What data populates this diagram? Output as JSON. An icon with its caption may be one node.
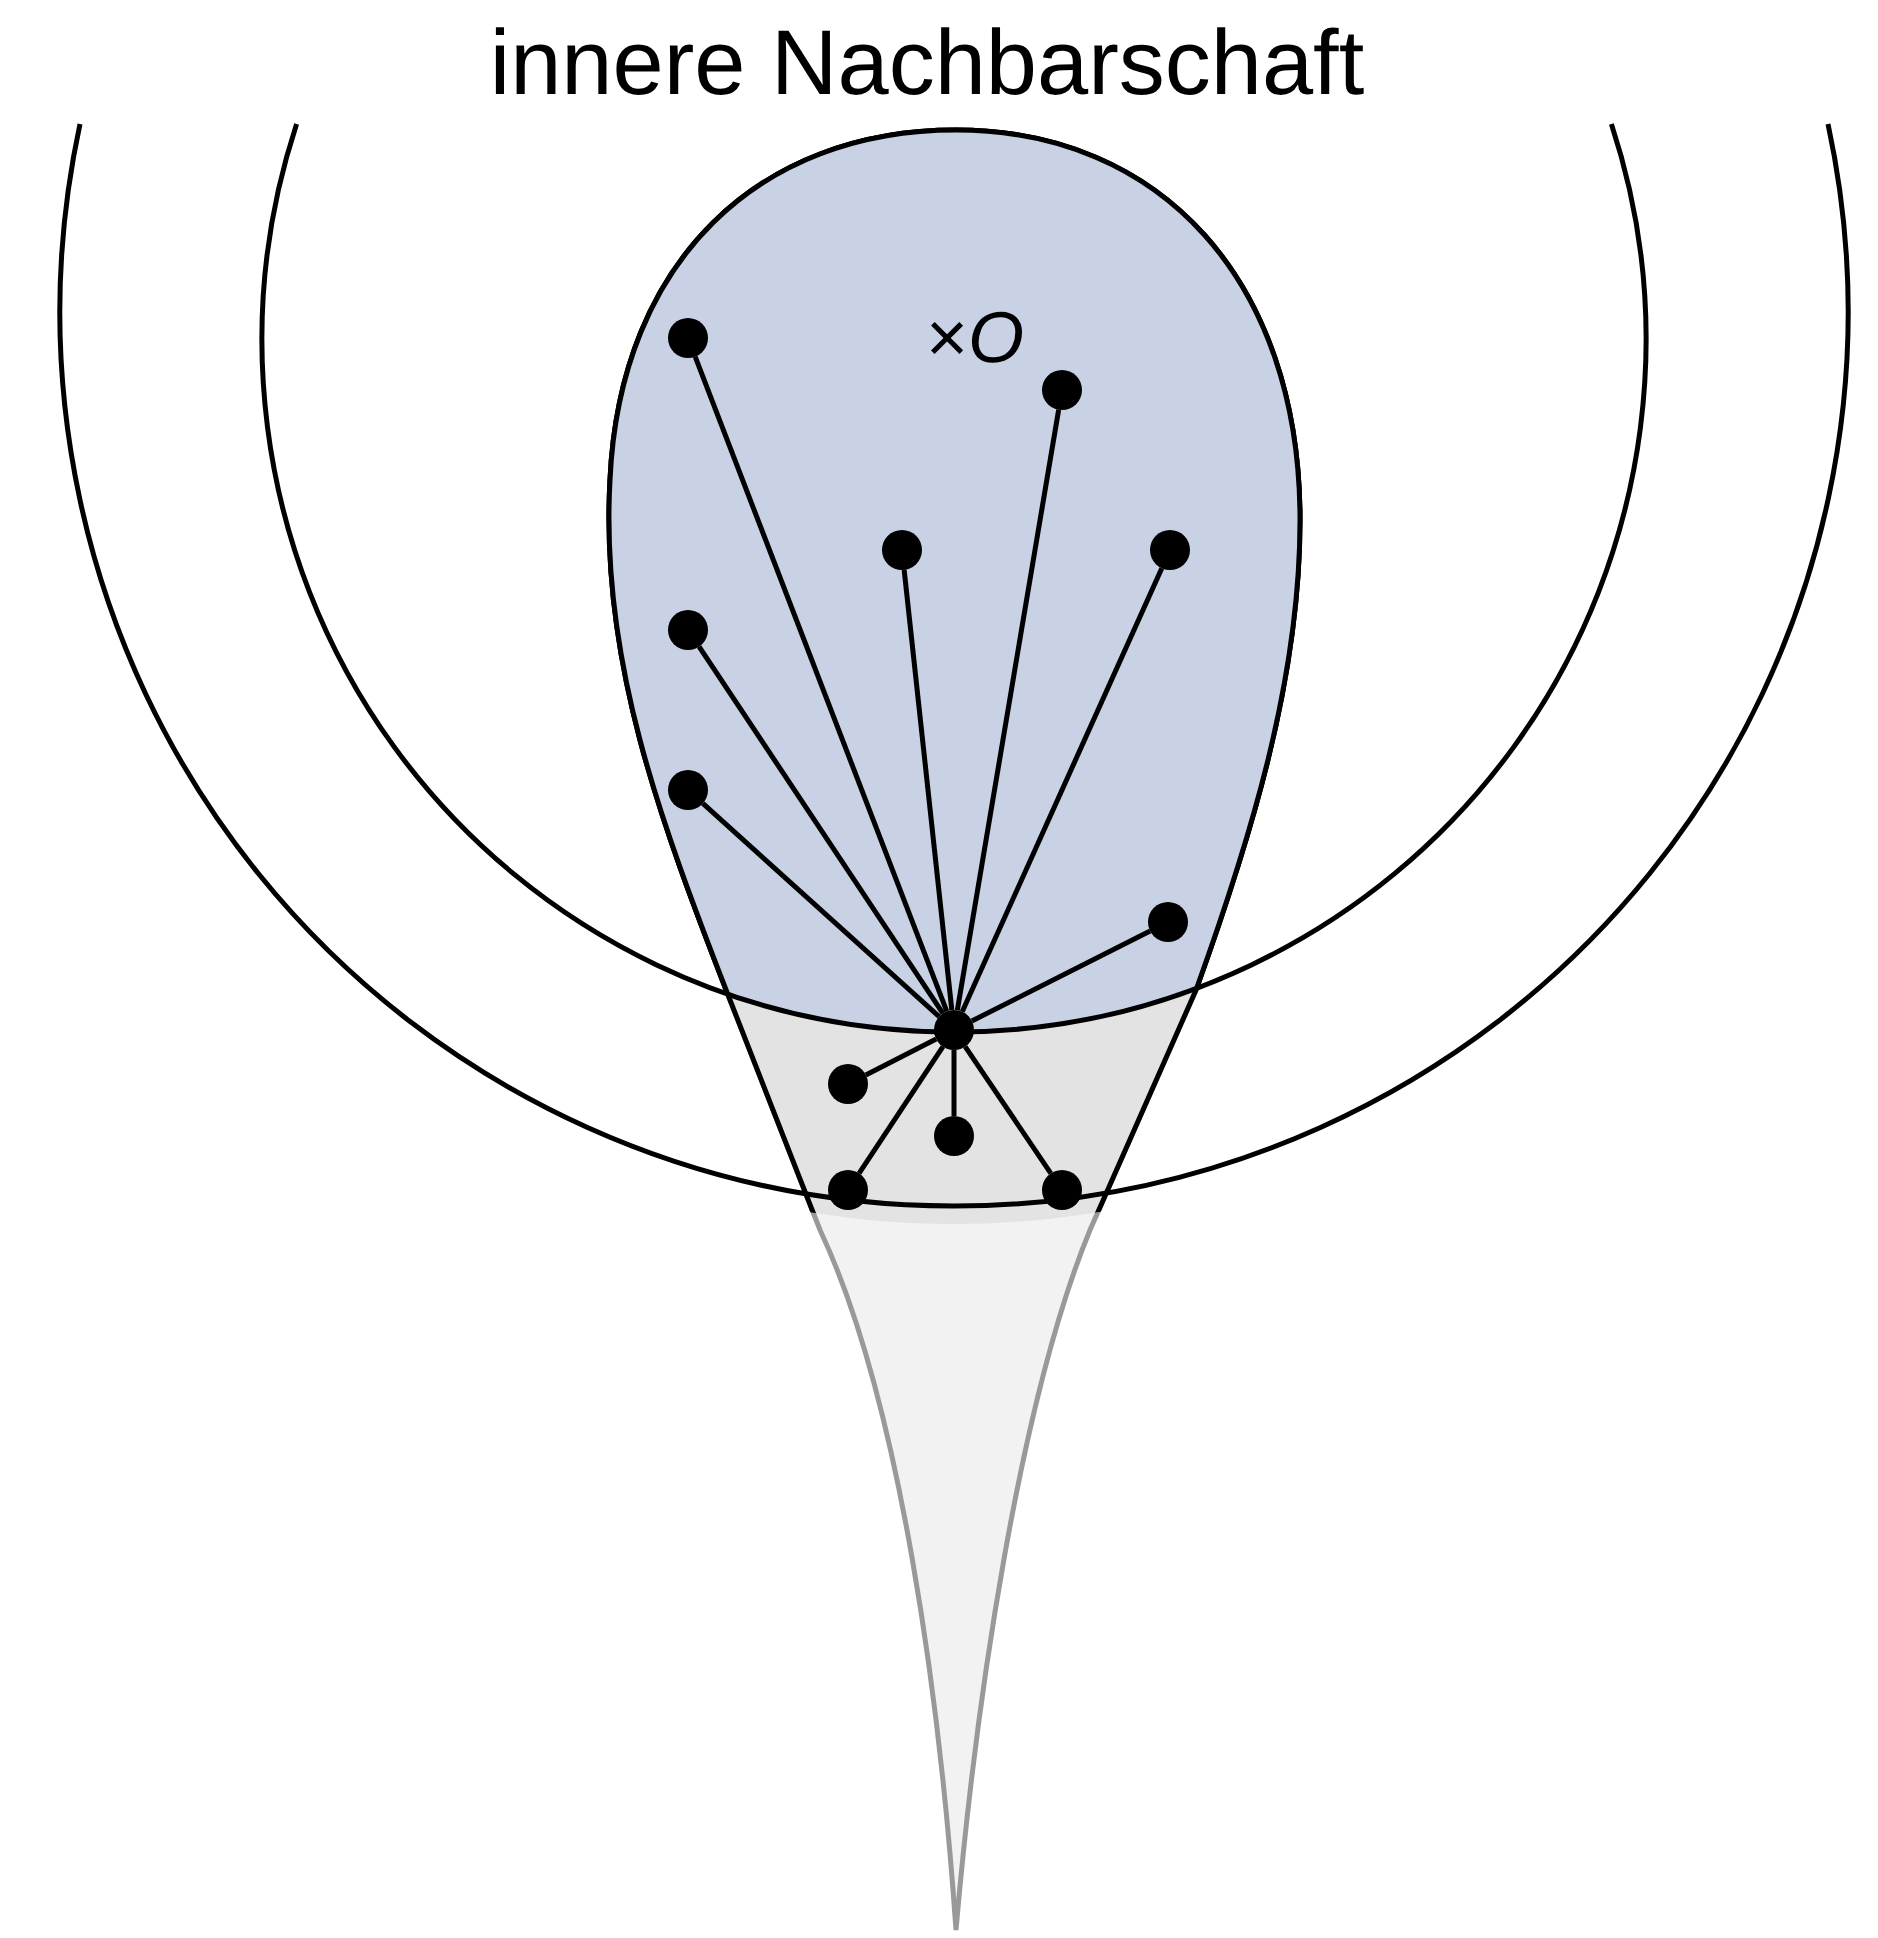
{
  "diagram": {
    "title": "innere Nachbarschaft",
    "nodes": [
      {
        "text": [],
        "shape": "circle"
      },
      {
        "text": [],
        "shape": "circle"
      },
      {
        "text": [],
        "shape": "circle"
      },
      {
        "text": [],
        "shape": "circle"
      },
      {
        "text": [],
        "shape": "circle"
      },
      {
        "text": [],
        "shape": "circle"
      },
      {
        "text": [],
        "shape": "circle"
      },
      {
        "text": [],
        "shape": "circle"
      },
      {
        "text": [],
        "shape": "circle"
      },
      {
        "text": [],
        "shape": "circle"
      },
      {
        "text": [],
        "shape": "circle"
      },
      {
        "text": [],
        "shape": "circle"
      }
    ],
    "edges": [
      {
        "from": 7,
        "to": 0,
        "arrow": "none"
      },
      {
        "from": 7,
        "to": 1,
        "arrow": "none"
      },
      {
        "from": 7,
        "to": 2,
        "arrow": "none"
      },
      {
        "from": 7,
        "to": 3,
        "arrow": "none"
      },
      {
        "from": 7,
        "to": 4,
        "arrow": "none"
      },
      {
        "from": 7,
        "to": 5,
        "arrow": "none"
      },
      {
        "from": 7,
        "to": 6,
        "arrow": "none"
      },
      {
        "from": 7,
        "to": 8,
        "arrow": "none"
      },
      {
        "from": 7,
        "to": 9,
        "arrow": "none"
      },
      {
        "from": 7,
        "to": 10,
        "arrow": "none"
      },
      {
        "from": 7,
        "to": 11,
        "arrow": "none"
      }
    ],
    "labels": [
      "×*O*"
    ]
  }
}
